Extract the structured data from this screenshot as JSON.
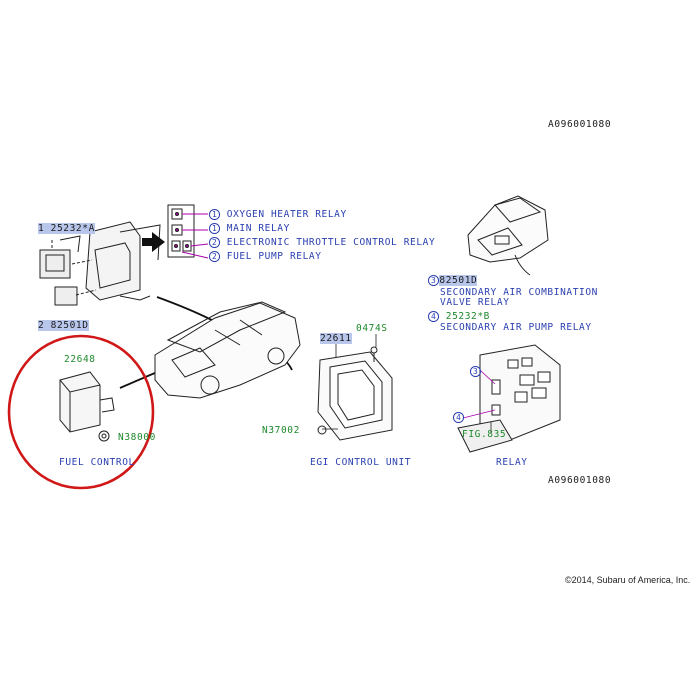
{
  "diagram": {
    "figure_id_top": "A096001080",
    "figure_id_bottom": "A096001080",
    "relay_legend": [
      {
        "num": "1",
        "text": "OXYGEN HEATER RELAY"
      },
      {
        "num": "1",
        "text": "MAIN RELAY"
      },
      {
        "num": "2",
        "text": "ELECTRONIC THROTTLE CONTROL RELAY"
      },
      {
        "num": "2",
        "text": "FUEL PUMP RELAY"
      }
    ],
    "left_parts": {
      "top": "25232*A",
      "top_num": "1",
      "bottom": "82501D",
      "bottom_num": "2"
    },
    "fuel_control": {
      "part": "22648",
      "nut": "N38000",
      "caption": "FUEL CONTROL"
    },
    "egi": {
      "part": "22611",
      "bolt": "0474S",
      "nut": "N37002",
      "caption": "EGI CONTROL UNIT"
    },
    "right_parts": {
      "item3_num": "3",
      "item3_part": "82501D",
      "item3_text_1": "SECONDARY AIR COMBINATION",
      "item3_text_2": "VALVE RELAY",
      "item4_num": "4",
      "item4_part": "25232*B",
      "item4_text": "SECONDARY AIR PUMP RELAY"
    },
    "relay_box": {
      "callout3": "3",
      "callout4": "4",
      "fig_ref": "FIG.835",
      "caption": "RELAY"
    },
    "copyright": "©2014, Subaru of America, Inc.",
    "colors": {
      "label_blue": "#2a3fb0",
      "part_green": "#1f8a2c",
      "highlight": "#b9c6ec",
      "circle_red": "#d01818"
    }
  }
}
